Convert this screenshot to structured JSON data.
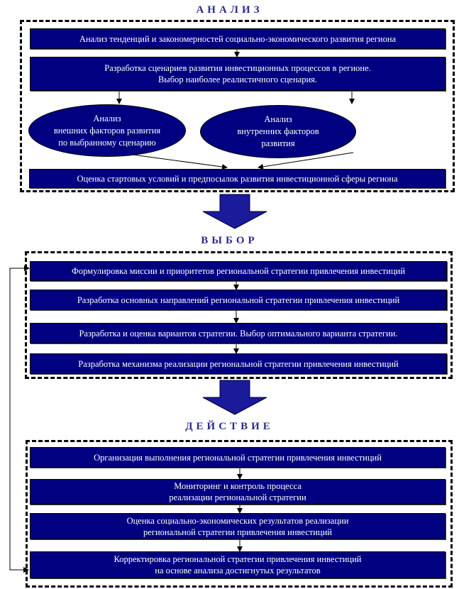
{
  "sections": {
    "analysis": {
      "title": "АНАЛИЗ",
      "steps": [
        "Анализ тенденций и закономерностей социально-экономического развития региона",
        "Разработка сценариев развития инвестиционных процессов в регионе.\nВыбор наиболее реалистичного сценария.",
        "Оценка стартовых условий и предпосылок развития инвестиционной сферы региона"
      ],
      "factors": [
        "Анализ\nвнешних факторов развития\nпо выбранному сценарию",
        "Анализ\nвнутренних факторов\nразвития"
      ]
    },
    "choice": {
      "title": "ВЫБОР",
      "steps": [
        "Формулировка миссии и приоритетов региональной стратегии привлечения инвестиций",
        "Разработка основных направлений региональной стратегии привлечения инвестиций",
        "Разработка и оценка вариантов стратегии. Выбор оптимального варианта стратегии.",
        "Разработка механизма реализации региональной стратегии привлечения инвестиций"
      ]
    },
    "action": {
      "title": "ДЕЙСТВИЕ",
      "steps": [
        "Организация выполнения региональной стратегии привлечения инвестиций",
        "Мониторинг и контроль процесса\nреализации региональной стратегии",
        "Оценка социально-экономических результатов реализации\nрегиональной стратегии привлечения инвестиций",
        "Корректировка региональной стратегии привлечения инвестиций\nна основе анализа достигнутых результатов"
      ]
    }
  },
  "colors": {
    "box": "#000080",
    "title": "#2b2b8f"
  }
}
